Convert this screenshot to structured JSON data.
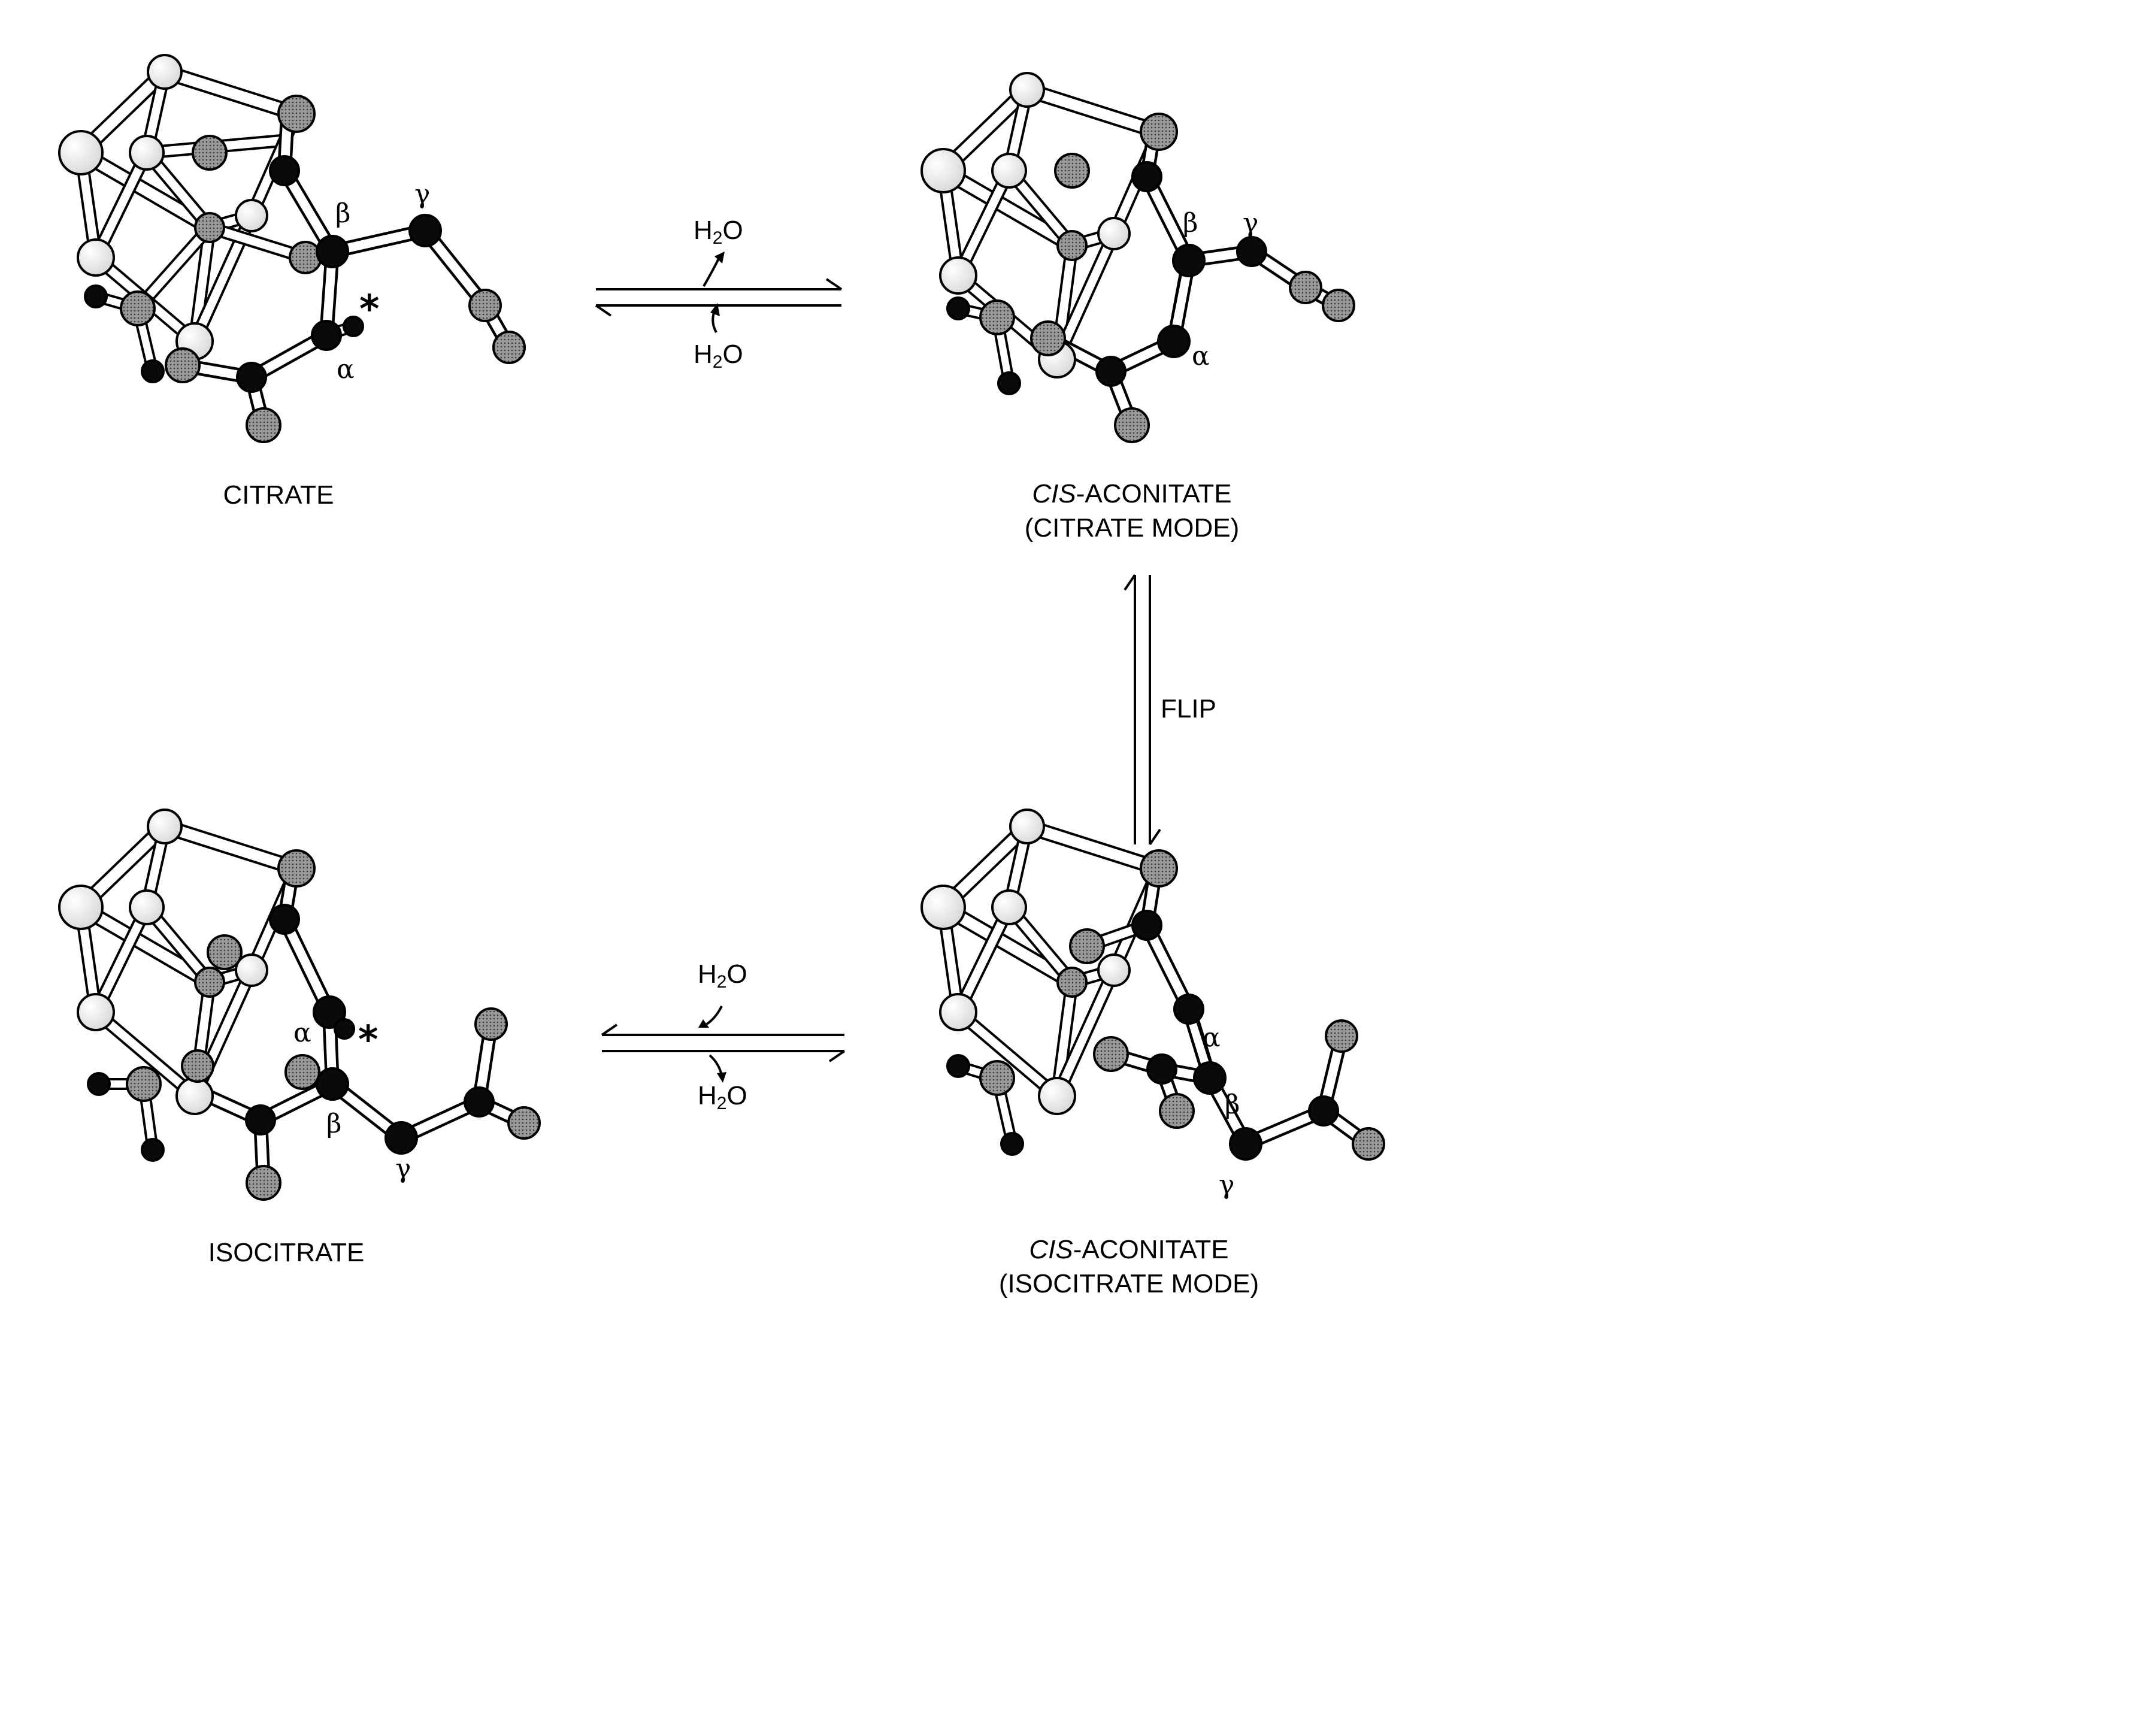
{
  "molecules": {
    "citrate": {
      "name": "CITRATE",
      "alpha": "α",
      "beta": "β",
      "gamma": "γ",
      "marker": "*"
    },
    "cis_aconitate_citrate": {
      "name_prefix": "CIS",
      "name_suffix": "-ACONITATE",
      "mode": "(CITRATE MODE)",
      "alpha": "α",
      "beta": "β",
      "gamma": "γ"
    },
    "isocitrate": {
      "name": "ISOCITRATE",
      "alpha": "α",
      "beta": "β",
      "gamma": "γ",
      "marker": "*"
    },
    "cis_aconitate_isocitrate": {
      "name_prefix": "CIS",
      "name_suffix": "-ACONITATE",
      "mode": "(ISOCITRATE MODE)",
      "alpha": "α",
      "beta": "β",
      "gamma": "γ"
    }
  },
  "arrows": {
    "top": {
      "upper_h": "H",
      "upper_sub": "2",
      "upper_o": "O",
      "lower_h": "H",
      "lower_sub": "2",
      "lower_o": "O"
    },
    "flip": {
      "label": "FLIP"
    },
    "bottom": {
      "upper_h": "H",
      "upper_sub": "2",
      "upper_o": "O",
      "lower_h": "H",
      "lower_sub": "2",
      "lower_o": "O"
    }
  },
  "colors": {
    "ink": "#000000",
    "light_atom": "#f2f2f2",
    "grey_atom": "#8c8c8c",
    "dark_atom": "#0a0a0a",
    "bond": "#ffffff"
  }
}
